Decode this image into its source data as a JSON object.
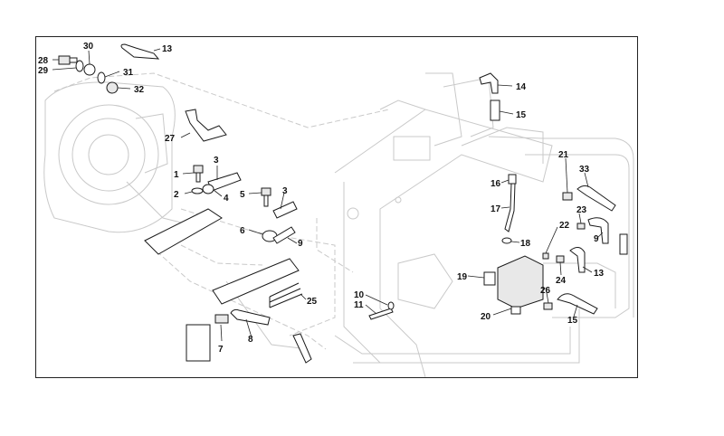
{
  "diagram": {
    "callouts": [
      {
        "id": "c28",
        "label": "28"
      },
      {
        "id": "c29",
        "label": "29"
      },
      {
        "id": "c30",
        "label": "30"
      },
      {
        "id": "c13a",
        "label": "13"
      },
      {
        "id": "c31",
        "label": "31"
      },
      {
        "id": "c32",
        "label": "32"
      },
      {
        "id": "c27",
        "label": "27"
      },
      {
        "id": "c1",
        "label": "1"
      },
      {
        "id": "c3a",
        "label": "3"
      },
      {
        "id": "c2",
        "label": "2"
      },
      {
        "id": "c4",
        "label": "4"
      },
      {
        "id": "c5",
        "label": "5"
      },
      {
        "id": "c3b",
        "label": "3"
      },
      {
        "id": "c6",
        "label": "6"
      },
      {
        "id": "c9a",
        "label": "9"
      },
      {
        "id": "c25",
        "label": "25"
      },
      {
        "id": "c7",
        "label": "7"
      },
      {
        "id": "c8",
        "label": "8"
      },
      {
        "id": "c14",
        "label": "14"
      },
      {
        "id": "c15a",
        "label": "15"
      },
      {
        "id": "c16",
        "label": "16"
      },
      {
        "id": "c17",
        "label": "17"
      },
      {
        "id": "c18",
        "label": "18"
      },
      {
        "id": "c19",
        "label": "19"
      },
      {
        "id": "c20",
        "label": "20"
      },
      {
        "id": "c10",
        "label": "10"
      },
      {
        "id": "c11",
        "label": "11"
      },
      {
        "id": "c21",
        "label": "21"
      },
      {
        "id": "c33",
        "label": "33"
      },
      {
        "id": "c22",
        "label": "22"
      },
      {
        "id": "c23",
        "label": "23"
      },
      {
        "id": "c9b",
        "label": "9"
      },
      {
        "id": "c13b",
        "label": "13"
      },
      {
        "id": "c24",
        "label": "24"
      },
      {
        "id": "c26",
        "label": "26"
      },
      {
        "id": "c15b",
        "label": "15"
      }
    ]
  }
}
